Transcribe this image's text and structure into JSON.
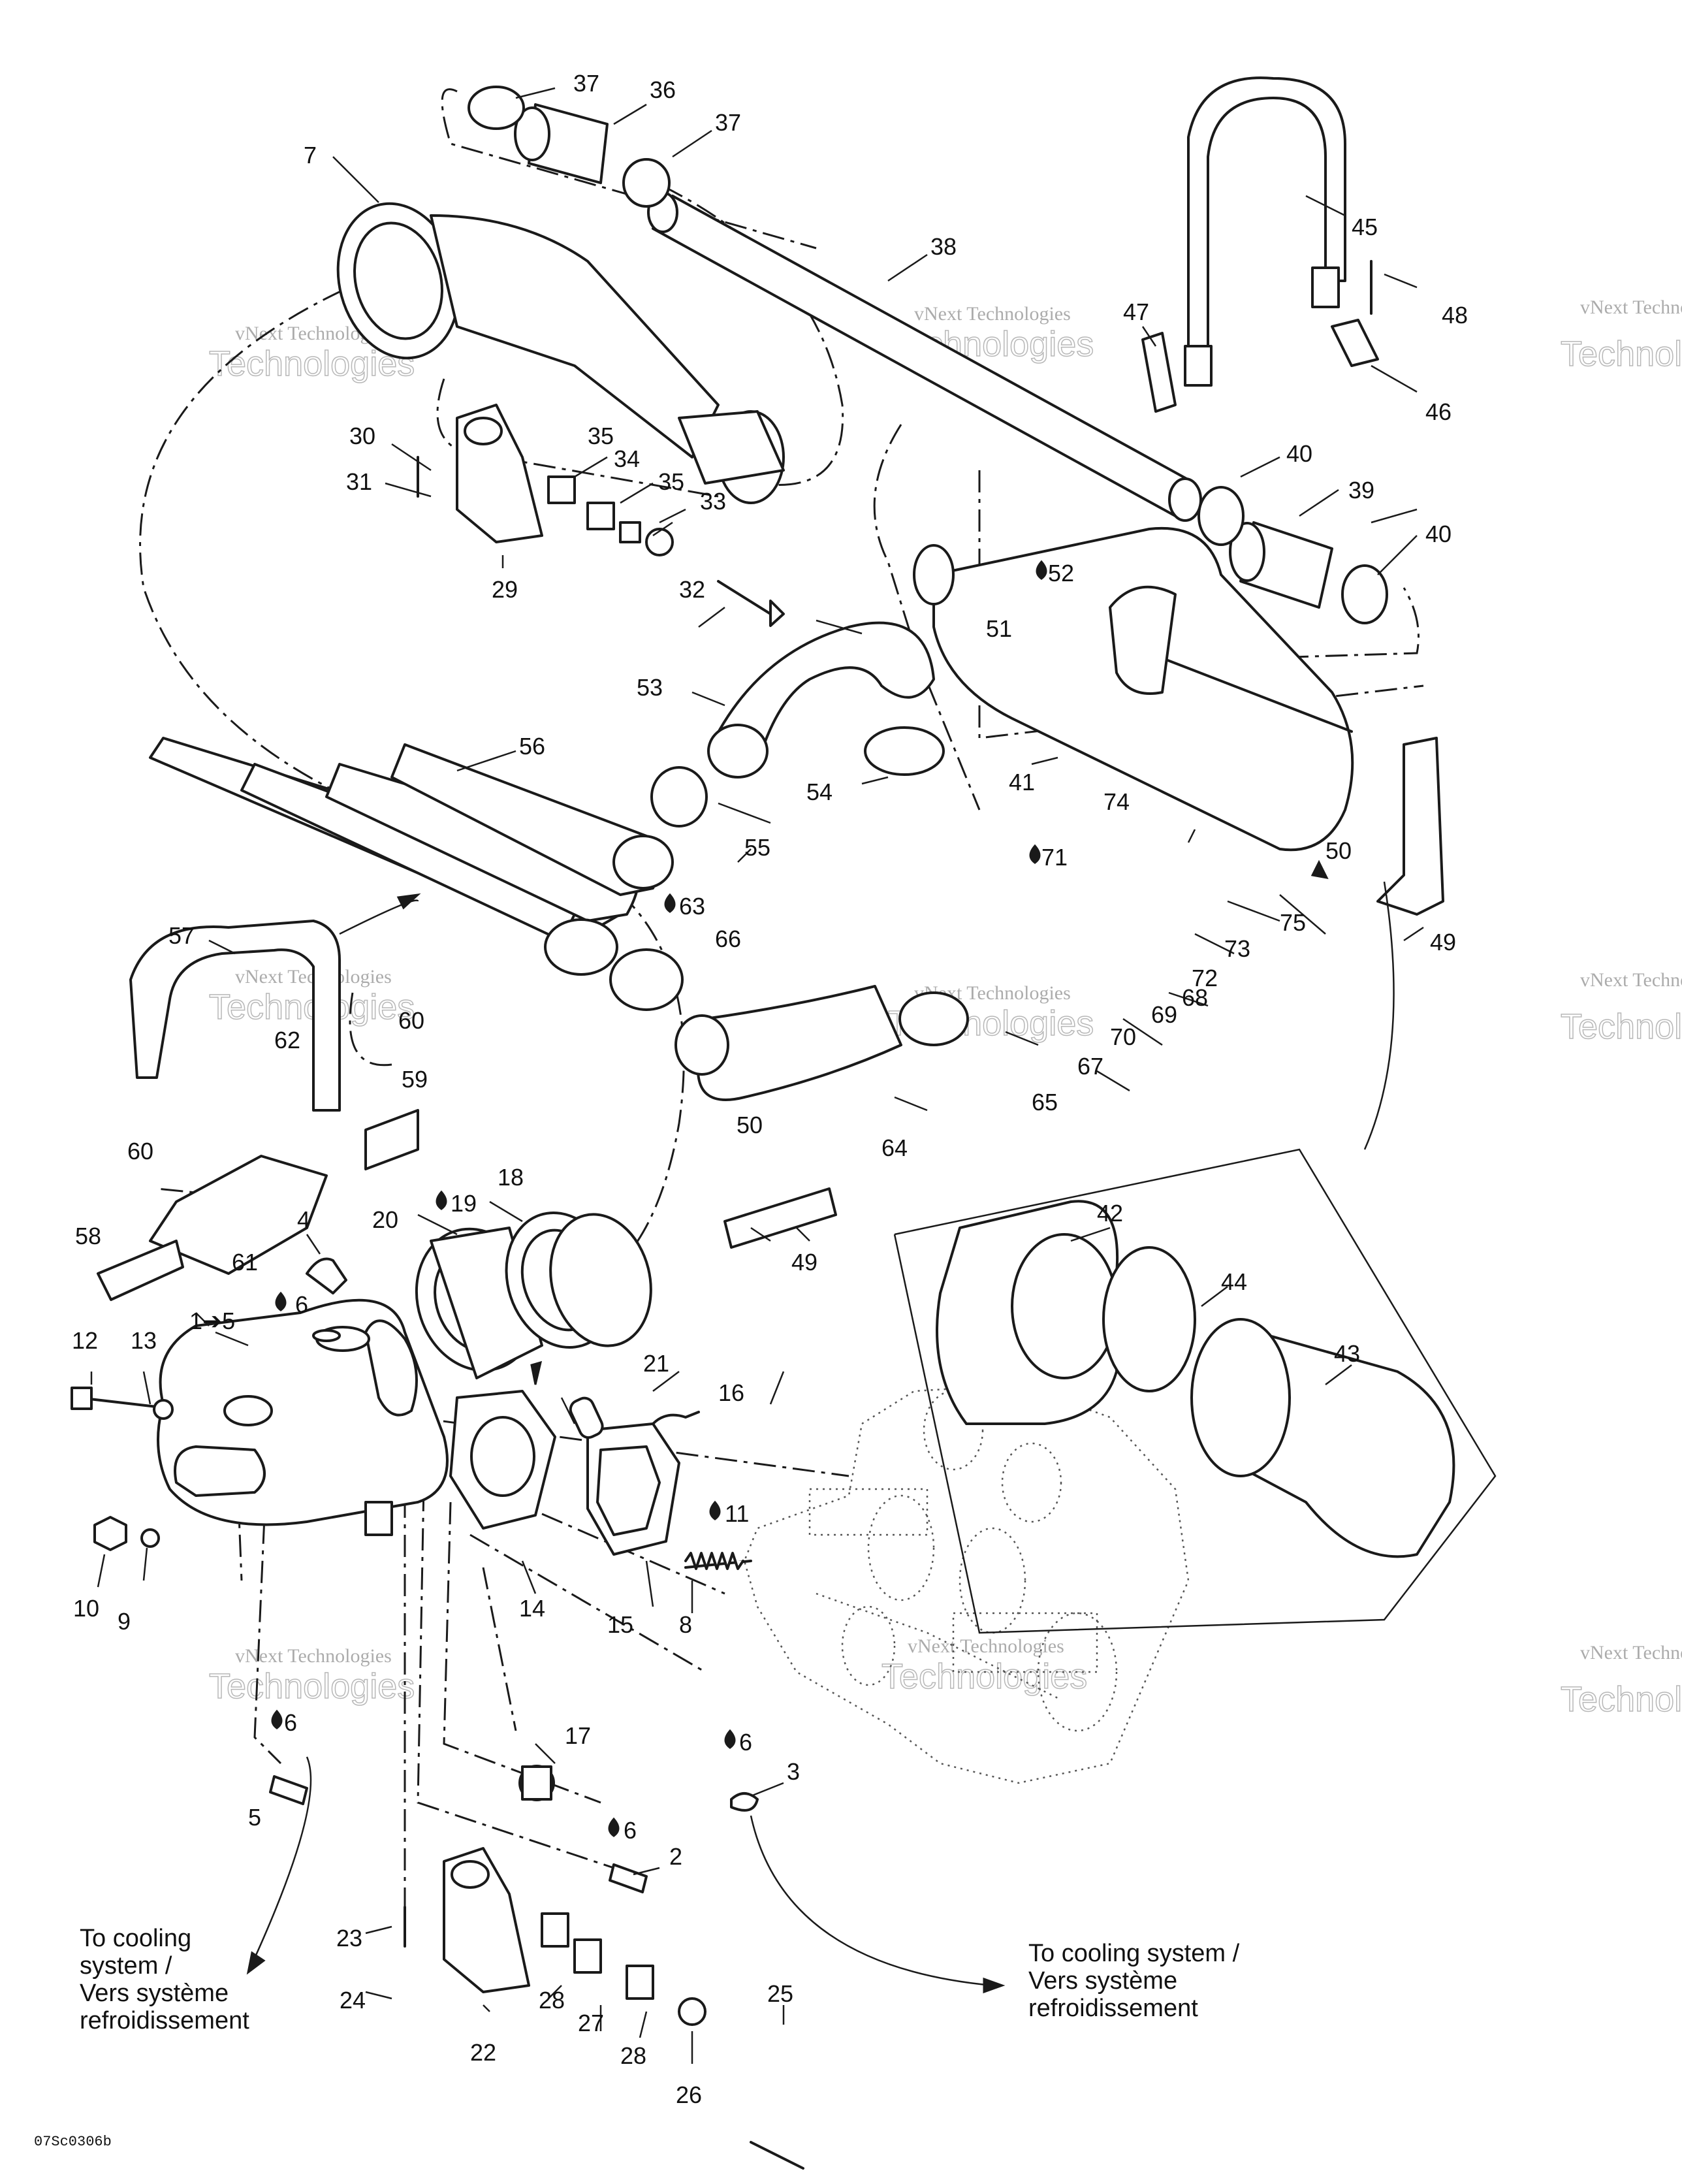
{
  "watermark": {
    "line1": "vNext Technologies",
    "line2": "Technologies"
  },
  "notes": {
    "cooling_left": [
      "To cooling",
      "system /",
      "Vers système",
      "refroidissement"
    ],
    "cooling_right": [
      "To cooling system /",
      "Vers système",
      "refroidissement"
    ]
  },
  "reference_code": "07Sc0306b",
  "callouts": {
    "c1to5": "1➔5",
    "c2": "2",
    "c3": "3",
    "c4": "4",
    "c5": "5",
    "c6a": "6",
    "c6b": "6",
    "c6c": "6",
    "c6d": "6",
    "c7": "7",
    "c8": "8",
    "c9": "9",
    "c10": "10",
    "c11": "11",
    "c12": "12",
    "c13": "13",
    "c14": "14",
    "c15": "15",
    "c16": "16",
    "c17": "17",
    "c18": "18",
    "c19": "19",
    "c20": "20",
    "c21": "21",
    "c22": "22",
    "c23": "23",
    "c24": "24",
    "c25": "25",
    "c26": "26",
    "c27": "27",
    "c28a": "28",
    "c28b": "28",
    "c29": "29",
    "c30": "30",
    "c31": "31",
    "c32": "32",
    "c33": "33",
    "c34": "34",
    "c35a": "35",
    "c35b": "35",
    "c36": "36",
    "c37a": "37",
    "c37b": "37",
    "c38": "38",
    "c39": "39",
    "c40a": "40",
    "c40b": "40",
    "c41": "41",
    "c42": "42",
    "c43": "43",
    "c44": "44",
    "c45": "45",
    "c46": "46",
    "c47": "47",
    "c48": "48",
    "c49a": "49",
    "c49b": "49",
    "c50a": "50",
    "c50b": "50",
    "c51": "51",
    "c52": "52",
    "c53": "53",
    "c54": "54",
    "c55": "55",
    "c56": "56",
    "c57": "57",
    "c58": "58",
    "c59": "59",
    "c60a": "60",
    "c60b": "60",
    "c61": "61",
    "c62": "62",
    "c63": "63",
    "c64": "64",
    "c65": "65",
    "c66": "66",
    "c67": "67",
    "c68": "68",
    "c69": "69",
    "c70": "70",
    "c71": "71",
    "c72": "72",
    "c73": "73",
    "c74": "74",
    "c75": "75"
  }
}
